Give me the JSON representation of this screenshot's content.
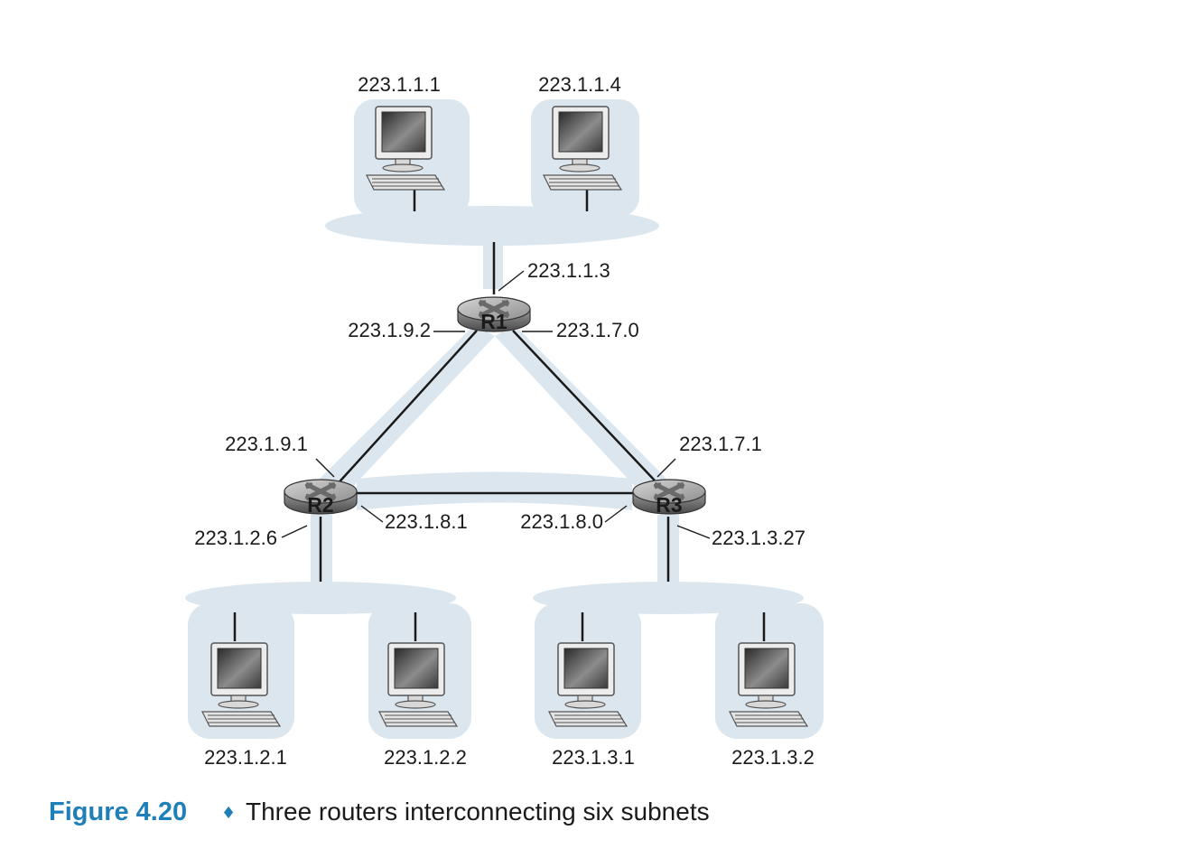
{
  "routers": {
    "r1": {
      "label": "R1"
    },
    "r2": {
      "label": "R2"
    },
    "r3": {
      "label": "R3"
    }
  },
  "hosts": {
    "h_111": "223.1.1.1",
    "h_114": "223.1.1.4",
    "h_121": "223.1.2.1",
    "h_122": "223.1.2.2",
    "h_131": "223.1.3.1",
    "h_132": "223.1.3.2"
  },
  "interfaces": {
    "r1_lan": "223.1.1.3",
    "r1_to_r2": "223.1.9.2",
    "r1_to_r3": "223.1.7.0",
    "r2_to_r1": "223.1.9.1",
    "r2_lan": "223.1.2.6",
    "r2_to_r3": "223.1.8.1",
    "r3_to_r1": "223.1.7.1",
    "r3_to_r2": "223.1.8.0",
    "r3_lan": "223.1.3.27"
  },
  "caption": {
    "figure": "Figure 4.20",
    "separator": "♦",
    "text": "Three routers interconnecting six subnets"
  },
  "colors": {
    "shade": "#dce6ee",
    "caption_accent": "#1f7fb8",
    "router_body": "#8a8a8a"
  }
}
